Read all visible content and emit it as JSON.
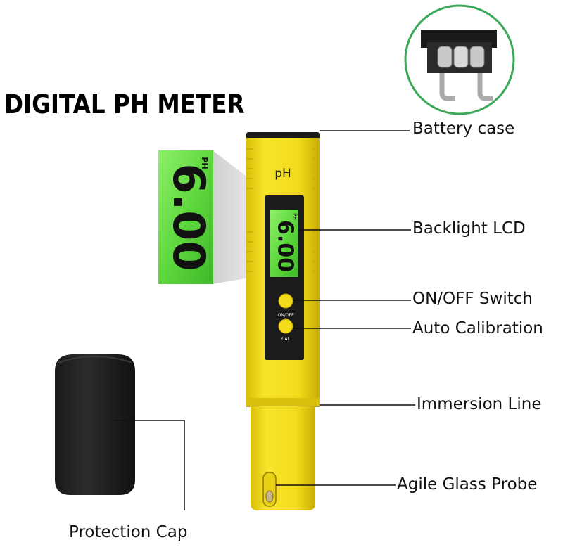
{
  "title": "DIGITAL PH METER",
  "meter": {
    "brand_label": "pH",
    "reading": "6.00",
    "unit": "PH",
    "on_off_label": "ON/OFF",
    "cal_label": "CAL"
  },
  "labels": {
    "battery_case": "Battery case",
    "backlight_lcd": "Backlight LCD",
    "on_off_switch": "ON/OFF Switch",
    "auto_calibration": "Auto Calibration",
    "immersion_line": "Immersion Line",
    "glass_probe": "Agile Glass Probe",
    "protection_cap": "Protection Cap"
  },
  "colors": {
    "body_yellow": "#f3dc1c",
    "lcd_green": "#6ee24c",
    "battery_circle": "#3aa856"
  }
}
